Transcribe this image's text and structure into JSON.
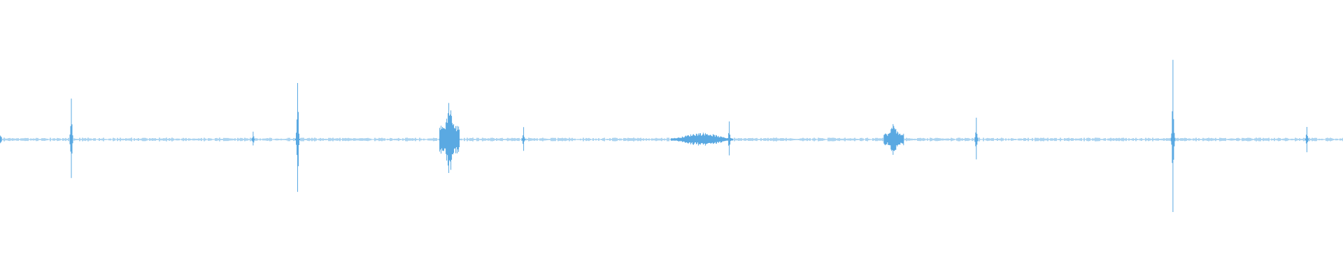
{
  "waveform": {
    "color": "#5aa9e2",
    "baseline_noise": 0.01,
    "events": [
      {
        "t": 0.0001,
        "amp": 0.03,
        "kind": "tick"
      },
      {
        "t": 0.0531,
        "amp": 0.4,
        "kind": "spike"
      },
      {
        "t": 0.1885,
        "amp": 0.08,
        "kind": "spike"
      },
      {
        "t": 0.2216,
        "amp": 0.66,
        "kind": "spike"
      },
      {
        "t": 0.3347,
        "amp": 0.29,
        "kind": "burst"
      },
      {
        "t": 0.3899,
        "amp": 0.1,
        "kind": "spike"
      },
      {
        "t": 0.5226,
        "amp": 0.05,
        "kind": "cluster"
      },
      {
        "t": 0.543,
        "amp": 0.18,
        "kind": "spike"
      },
      {
        "t": 0.6655,
        "amp": 0.13,
        "kind": "burst"
      },
      {
        "t": 0.727,
        "amp": 0.18,
        "kind": "spike"
      },
      {
        "t": 0.8734,
        "amp": 0.69,
        "kind": "spike"
      },
      {
        "t": 0.9731,
        "amp": 0.12,
        "kind": "spike"
      }
    ]
  }
}
